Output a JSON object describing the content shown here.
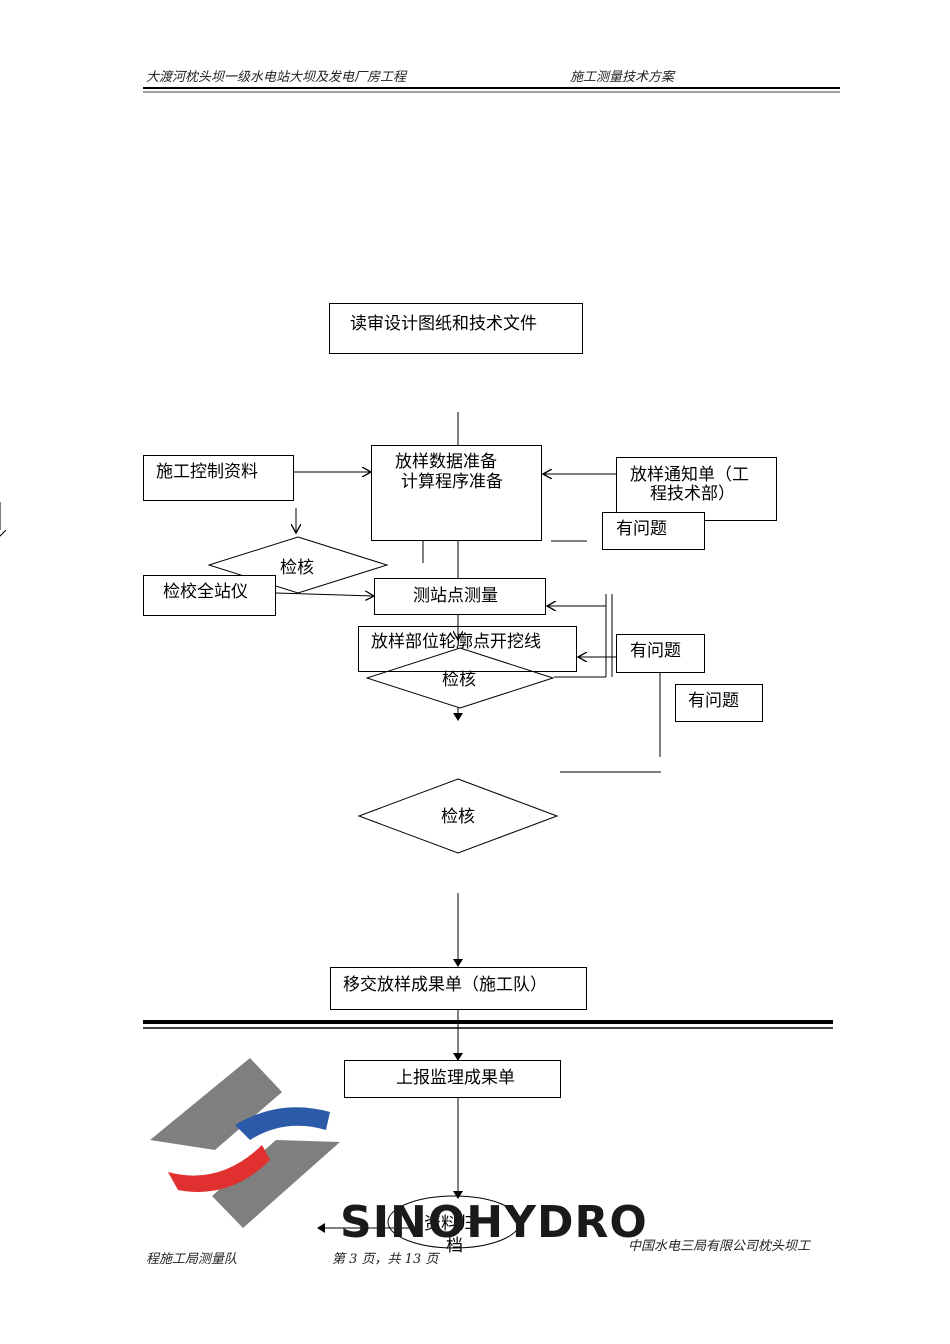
{
  "header": {
    "left": "大渡河枕头坝一级水电站大坝及发电厂房工程",
    "right": "施工测量技术方案"
  },
  "flow": {
    "review_docs": "读审设计图纸和技术文件",
    "data_prep_line1": "放样数据准备",
    "data_prep_line2": "计算程序准备",
    "control_data": "施工控制资料",
    "notice_line1": "放样通知单（工",
    "notice_line2": "程技术部）",
    "problem_1": "有问题",
    "check_1": "检核",
    "calibrate": "检校全站仪",
    "station_survey": "测站点测量",
    "layout_lines": "放样部位轮廓点开挖线",
    "check_2": "检核",
    "problem_2": "有问题",
    "problem_3": "有问题",
    "check_3": "检核",
    "handover": "移交放样成果单（施工队）",
    "report": "上报监理成果单",
    "archive_line1": "资料归",
    "archive_line2": "档"
  },
  "logo": {
    "text": "SINOHYDRO",
    "colors": {
      "gray": "#7f7f7f",
      "red": "#e03030",
      "blue": "#2a5aa8"
    }
  },
  "footer": {
    "left": "程施工局测量队",
    "page": "第 3 页，共 13 页",
    "right": "中国水电三局有限公司枕头坝工"
  }
}
